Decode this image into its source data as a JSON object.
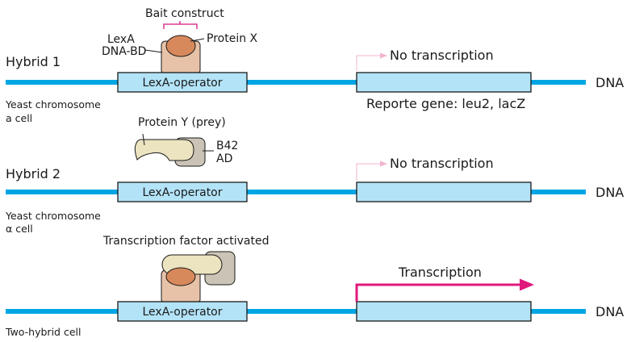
{
  "colors": {
    "dna": "#00a6e3",
    "box_fill": "#b3e3f7",
    "box_stroke": "#1a1a1a",
    "lexa_domain": "#e7c2a8",
    "protein_x": "#d8895c",
    "prey_fill": "#ece3c0",
    "b42_fill": "#cbc3b5",
    "bracket": "#d6157f",
    "faint_arrow": "#f3b3cf",
    "active_arrow": "#e0197d"
  },
  "icons": {
    "bait_construct": "lexa-bait-icon",
    "prey_construct": "prey-b42-icon",
    "activator_complex": "activated-complex-icon"
  },
  "panel1": {
    "hybrid": "Hybrid 1",
    "chromosome_line1": "Yeast chromosome",
    "chromosome_line2": "a cell",
    "operator": "LexA-operator",
    "dna": "DNA",
    "transcription": "No transcription",
    "reporter": "Reporte gene: leu2, lacZ",
    "bait_construct": "Bait construct",
    "lexa_line1": "LexA",
    "lexa_line2": "DNA-BD",
    "protein_x": "Protein X"
  },
  "panel2": {
    "hybrid": "Hybrid 2",
    "chromosome_line1": "Yeast chromosome",
    "chromosome_line2": "α cell",
    "operator": "LexA-operator",
    "dna": "DNA",
    "transcription": "No transcription",
    "prey": "Protein Y (prey)",
    "b42_line1": "B42",
    "b42_line2": "AD"
  },
  "panel3": {
    "title": "Transcription factor activated",
    "operator": "LexA-operator",
    "dna": "DNA",
    "transcription": "Transcription",
    "cell": "Two-hybrid cell"
  }
}
